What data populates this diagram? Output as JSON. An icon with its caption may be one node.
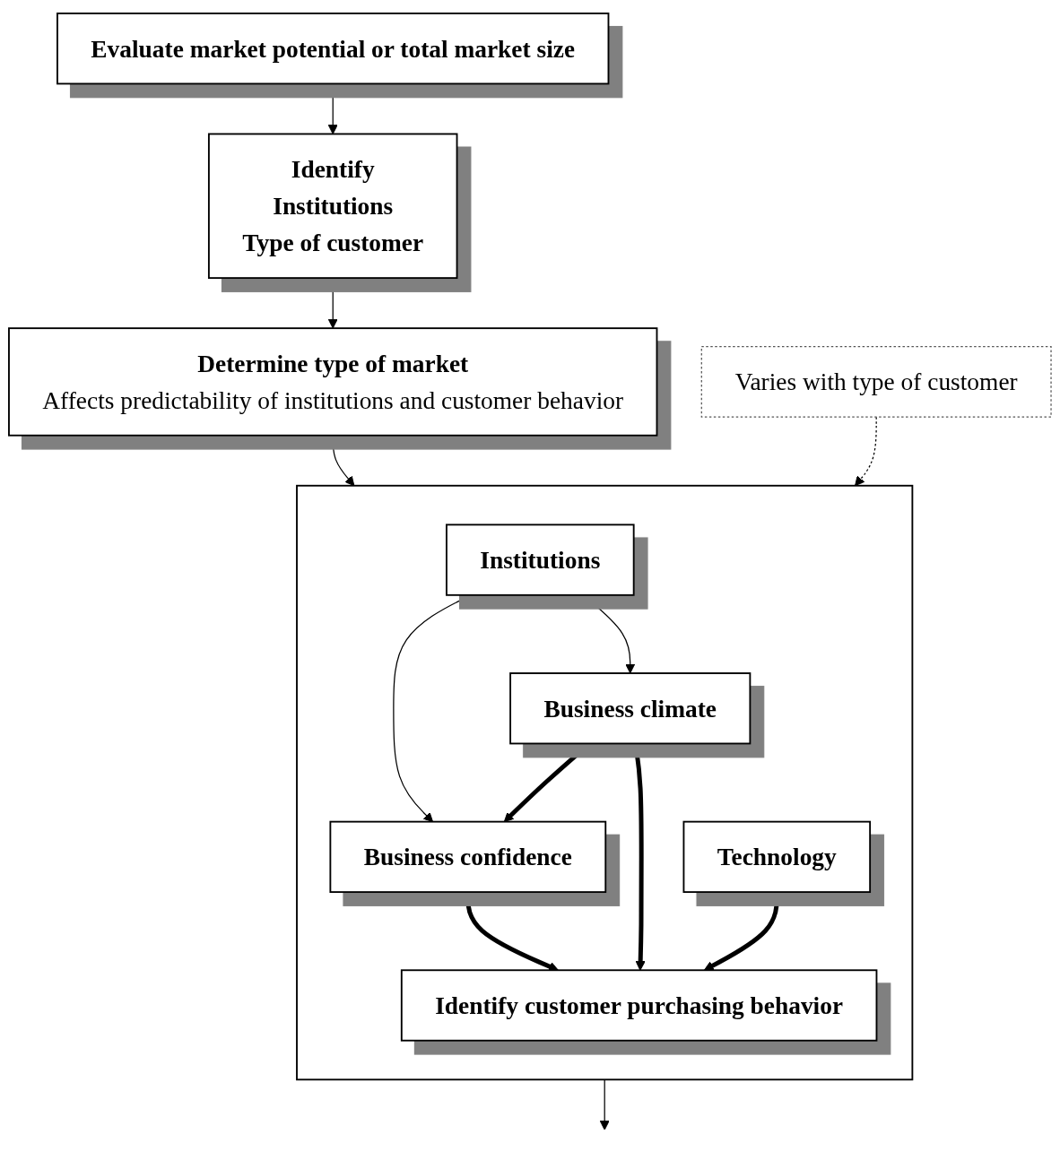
{
  "diagram": {
    "nodes": [
      {
        "text": [
          "Evaluate market potential or total market size"
        ]
      },
      {
        "text": [
          "Identify",
          "Institutions",
          "Type of customer"
        ]
      },
      {
        "text": [
          "Determine type of market",
          "Affects predictability of institutions and customer behavior"
        ]
      },
      {
        "text": [],
        "shape": "box"
      },
      {
        "text": [
          "Institutions"
        ],
        "in": 3
      },
      {
        "text": [
          "Business confidence"
        ],
        "in": 3
      },
      {
        "text": [
          "Business climate"
        ],
        "in": 3
      },
      {
        "text": [
          "Technology"
        ],
        "in": 3
      },
      {
        "text": [
          "Identify customer purchasing behavior"
        ],
        "in": 3
      },
      {
        "text": [
          "Varies with type of customer"
        ]
      }
    ],
    "edges": [
      {
        "from": 0,
        "to": 1,
        "arrow": "to"
      },
      {
        "from": 1,
        "to": 2,
        "arrow": "to"
      },
      {
        "from": 2,
        "to": 3,
        "arrow": "to"
      },
      {
        "from": 4,
        "to": 5,
        "arrow": "to"
      },
      {
        "from": 4,
        "to": 6,
        "arrow": "to"
      },
      {
        "from": 6,
        "to": 5,
        "arrow": "to",
        "style": "thick"
      },
      {
        "from": 5,
        "to": 8,
        "arrow": "to",
        "style": "thick"
      },
      {
        "from": 6,
        "to": 8,
        "arrow": "to",
        "style": "thick"
      },
      {
        "from": 7,
        "to": 8,
        "arrow": "to",
        "style": "thick"
      },
      {
        "from": 9,
        "to": 3,
        "arrow": "to",
        "style": "dashed"
      },
      {
        "from": 3,
        "to": null,
        "arrow": "to"
      }
    ]
  }
}
